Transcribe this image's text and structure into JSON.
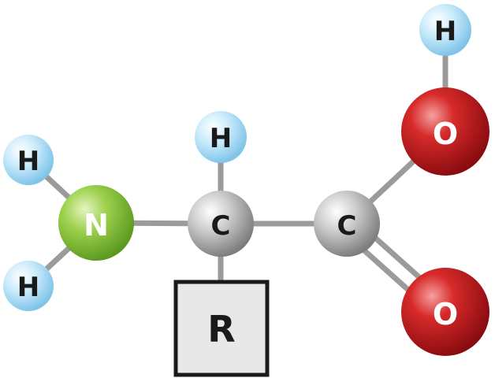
{
  "atoms": {
    "h_amino_top": {
      "label": "H",
      "element": "hydrogen"
    },
    "h_amino_bottom": {
      "label": "H",
      "element": "hydrogen"
    },
    "nitrogen": {
      "label": "N",
      "element": "nitrogen"
    },
    "h_alpha": {
      "label": "H",
      "element": "hydrogen"
    },
    "carbon_alpha": {
      "label": "C",
      "element": "carbon"
    },
    "carbon_carboxyl": {
      "label": "C",
      "element": "carbon"
    },
    "oxygen_hydroxyl": {
      "label": "O",
      "element": "oxygen"
    },
    "h_hydroxyl": {
      "label": "H",
      "element": "hydrogen"
    },
    "oxygen_carbonyl": {
      "label": "O",
      "element": "oxygen"
    }
  },
  "side_chain": {
    "label": "R"
  },
  "colors": {
    "hydrogen": "#a9d9f2",
    "nitrogen": "#8cc63f",
    "carbon": "#a3a3a3",
    "oxygen": "#c4161c",
    "bond": "#9b9b9b",
    "box_fill": "#e8e8e8",
    "box_stroke": "#1a1a1a"
  }
}
